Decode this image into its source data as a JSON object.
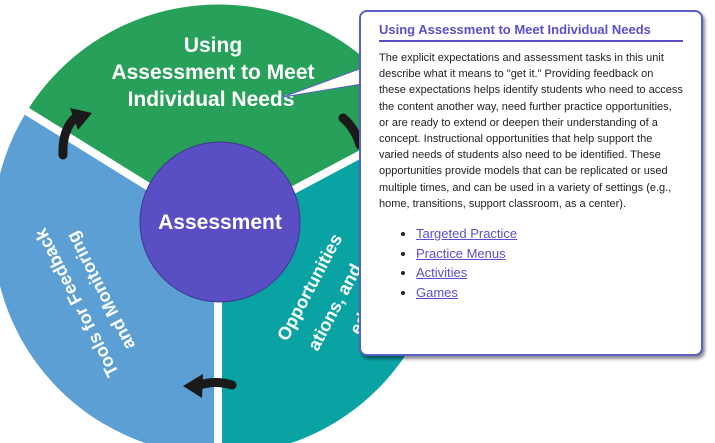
{
  "diagram": {
    "center_label": "Assessment",
    "sectors": {
      "top": {
        "lines": [
          "Using",
          "Assessment to Meet",
          "Individual Needs"
        ],
        "color": "#27a05a"
      },
      "left": {
        "lines": [
          "Tools for Feedback",
          "and Monitoring"
        ],
        "color": "#5b9fd4"
      },
      "right": {
        "lines": [
          "eds,",
          "ations, and",
          "Opportunities"
        ],
        "color": "#0aa3a3"
      }
    },
    "center_color": "#5a4ec4"
  },
  "popup": {
    "title": "Using Assessment to Meet Individual Needs",
    "body": "The explicit expectations and assessment tasks in this unit describe what it means to \"get it.\" Providing feedback on these expectations helps identify students who need to access the content another way, need further practice opportunities, or are ready to extend or deepen their understanding of a concept. Instructional opportunities that help support the varied needs of students also need to be identified. These opportunities provide models that can be replicated or used multiple times, and can be used in a variety of settings (e.g., home, transitions, support classroom, as a center).",
    "links": [
      {
        "label": "Targeted Practice"
      },
      {
        "label": "Practice Menus"
      },
      {
        "label": "Activities"
      },
      {
        "label": "Games"
      }
    ],
    "accent": "#5b4fc9"
  }
}
